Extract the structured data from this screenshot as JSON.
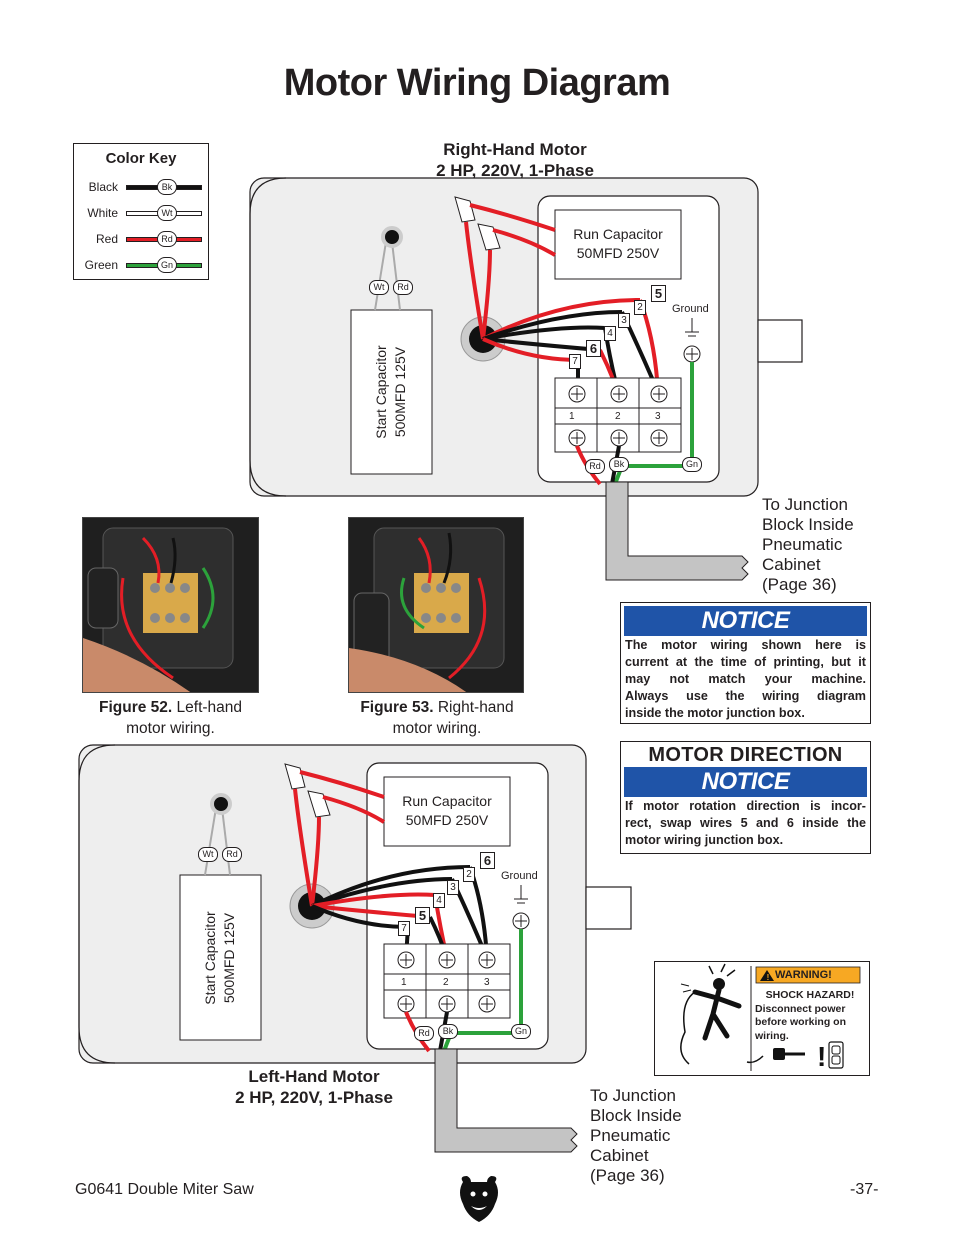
{
  "page": {
    "title": "Motor Wiring Diagram",
    "footer_left": "G0641 Double Miter Saw",
    "page_number": "-37-"
  },
  "color_key": {
    "heading": "Color Key",
    "entries": [
      {
        "name": "Black",
        "code": "Bk",
        "color": "#111111"
      },
      {
        "name": "White",
        "code": "Wt",
        "color": "#ffffff"
      },
      {
        "name": "Red",
        "code": "Rd",
        "color": "#e31e26"
      },
      {
        "name": "Green",
        "code": "Gn",
        "color": "#2ca23b"
      }
    ]
  },
  "right_motor": {
    "title_line1": "Right-Hand Motor",
    "title_line2": "2 HP, 220V, 1-Phase",
    "run_cap_line1": "Run Capacitor",
    "run_cap_line2": "50MFD 250V",
    "start_cap_line1": "Start Capacitor",
    "start_cap_line2": "500MFD 125V",
    "ground": "Ground",
    "terminals": [
      "1",
      "2",
      "3"
    ],
    "wire_numbers": [
      "2",
      "3",
      "4",
      "7"
    ],
    "swap_labels": [
      "5",
      "6"
    ],
    "cap_tags": [
      "Wt",
      "Rd"
    ],
    "bottom_tags": [
      "Rd",
      "Bk",
      "Gn"
    ]
  },
  "left_motor": {
    "title_line1": "Left-Hand Motor",
    "title_line2": "2 HP, 220V, 1-Phase",
    "run_cap_line1": "Run Capacitor",
    "run_cap_line2": "50MFD 250V",
    "start_cap_line1": "Start Capacitor",
    "start_cap_line2": "500MFD 125V",
    "ground": "Ground",
    "terminals": [
      "1",
      "2",
      "3"
    ],
    "wire_numbers": [
      "2",
      "3",
      "4",
      "7"
    ],
    "swap_labels": [
      "6",
      "5"
    ],
    "cap_tags": [
      "Wt",
      "Rd"
    ],
    "bottom_tags": [
      "Rd",
      "Bk",
      "Gn"
    ]
  },
  "junction_note": {
    "line1": "To Junction",
    "line2": "Block Inside",
    "line3": "Pneumatic",
    "line4": "Cabinet",
    "line5": "(Page 36)"
  },
  "figures": [
    {
      "label": "Figure 52.",
      "caption_a": "Left-hand",
      "caption_b": "motor wiring."
    },
    {
      "label": "Figure 53.",
      "caption_a": "Right-hand",
      "caption_b": "motor wiring."
    }
  ],
  "notice1": {
    "heading": "NOTICE",
    "lines": [
      "The motor wiring shown here is",
      "current at the time of printing, but it",
      "may not match your machine.",
      "Always use the wiring diagram",
      "inside the motor junction box."
    ]
  },
  "notice2": {
    "top_heading": "MOTOR DIRECTION",
    "heading": "NOTICE",
    "lines": [
      "If motor rotation direction is incor-",
      "rect, swap wires 5 and 6 inside the",
      "motor wiring junction box."
    ]
  },
  "warning": {
    "badge": "WARNING!",
    "line1": "SHOCK HAZARD!",
    "line2": "Disconnect power",
    "line3": "before working on",
    "line4": "wiring."
  },
  "colors": {
    "red": "#e31e26",
    "black": "#111111",
    "green": "#2ca23b",
    "gray": "#bfbfbf",
    "motor_fill": "#eeeeee",
    "notice_blue": "#1f54a8"
  }
}
